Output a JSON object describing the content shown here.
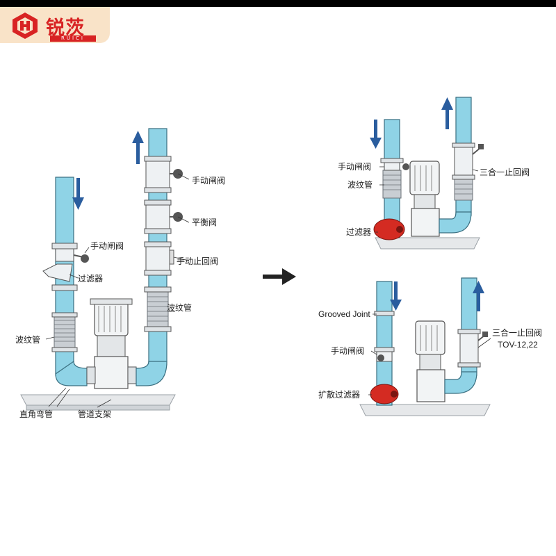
{
  "brand": {
    "name": "锐茨",
    "subtitle": "RUICI",
    "color": "#d82323",
    "background": "#f9e3c8"
  },
  "diagram_left": {
    "labels": {
      "manual_gate_valve_top": "手动闸阀",
      "balance_valve": "平衡阀",
      "manual_check_valve": "手动止回阀",
      "bellows_right": "波纹管",
      "manual_gate_valve_left": "手动闸阀",
      "filter": "过滤器",
      "bellows_left": "波纹管",
      "elbow": "直角弯管",
      "pipe_support": "管道支架"
    }
  },
  "diagram_right_top": {
    "labels": {
      "manual_gate_valve": "手动闸阀",
      "bellows": "波纹管",
      "filter": "过滤器",
      "triple_valve": "三合一止回阀"
    }
  },
  "diagram_right_bottom": {
    "labels": {
      "grooved_joint": "Grooved Joint",
      "manual_gate_valve": "手动闸阀",
      "diffuser_filter": "扩散过滤器",
      "triple_valve": "三合一止回阀",
      "triple_valve_model": "TOV-12,22"
    }
  },
  "colors": {
    "pipe": "#8fd3e6",
    "pipe_stroke": "#3a6f80",
    "arrow": "#2a5d9e",
    "filter_red": "#d42b22",
    "base": "#e9ecef"
  },
  "icons": {
    "transform_arrow": "arrow-right-icon",
    "flow_down": "arrow-down-icon",
    "flow_up": "arrow-up-icon"
  }
}
